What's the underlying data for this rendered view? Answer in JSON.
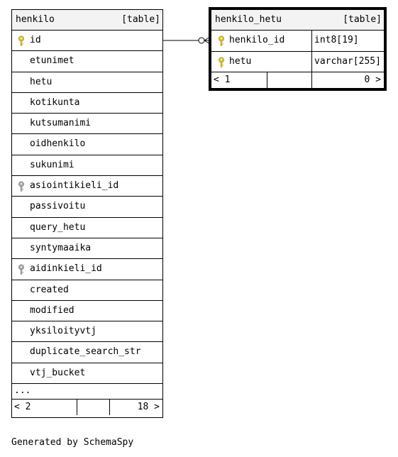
{
  "henkilo": {
    "name": "henkilo",
    "kind": "[table]",
    "columns": [
      {
        "name": "id",
        "key": "primary"
      },
      {
        "name": "etunimet",
        "key": "none"
      },
      {
        "name": "hetu",
        "key": "none"
      },
      {
        "name": "kotikunta",
        "key": "none"
      },
      {
        "name": "kutsumanimi",
        "key": "none"
      },
      {
        "name": "oidhenkilo",
        "key": "none"
      },
      {
        "name": "sukunimi",
        "key": "none"
      },
      {
        "name": "asiointikieli_id",
        "key": "foreign"
      },
      {
        "name": "passivoitu",
        "key": "none"
      },
      {
        "name": "query_hetu",
        "key": "none"
      },
      {
        "name": "syntymaaika",
        "key": "none"
      },
      {
        "name": "aidinkieli_id",
        "key": "foreign"
      },
      {
        "name": "created",
        "key": "none"
      },
      {
        "name": "modified",
        "key": "none"
      },
      {
        "name": "yksiloityvtj",
        "key": "none"
      },
      {
        "name": "duplicate_search_str",
        "key": "none"
      },
      {
        "name": "vtj_bucket",
        "key": "none"
      }
    ],
    "more": "...",
    "footer": {
      "left": "< 2",
      "right": "18 >"
    }
  },
  "henkilo_hetu": {
    "name": "henkilo_hetu",
    "kind": "[table]",
    "columns": [
      {
        "name": "henkilo_id",
        "type": "int8[19]",
        "key": "primary"
      },
      {
        "name": "hetu",
        "type": "varchar[255]",
        "key": "primary"
      }
    ],
    "footer": {
      "left": "< 1",
      "right": "0 >"
    }
  },
  "generated": "Generated by SchemaSpy",
  "colors": {
    "primary_key": "#e6c800",
    "foreign_key": "#a8a8a8",
    "header_bg": "#f3f3f3"
  }
}
